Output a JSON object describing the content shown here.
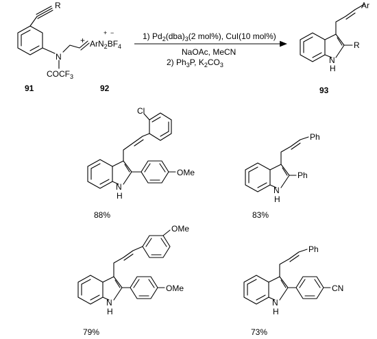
{
  "scheme": {
    "reactant1": {
      "id": "91",
      "substituent_R": "R",
      "atom_N": "N",
      "acyl": "COCF",
      "acyl_sub": "3"
    },
    "plus": "+",
    "reactant2": {
      "id": "92",
      "formula_parts": [
        "ArN",
        "2",
        "BF",
        "4"
      ],
      "charge_pos": "+",
      "charge_neg": "−"
    },
    "conditions": {
      "line1": "1) Pd",
      "line1_sub1": "2",
      "line1_mid": "(dba)",
      "line1_sub2": "3",
      "line1_end": "(2 mol%), CuI(10 mol%)",
      "line2": "NaOAc, MeCN",
      "line3": "2) Ph",
      "line3_sub1": "3",
      "line3_mid": "P, K",
      "line3_sub2": "2",
      "line3_mid2": "CO",
      "line3_sub3": "3"
    },
    "product": {
      "id": "93",
      "substituent_Ar": "Ar",
      "substituent_R": "R",
      "atom_N": "N",
      "atom_H": "H"
    }
  },
  "examples": [
    {
      "yield": "88%",
      "aryl_label": "Cl",
      "c2_label": "OMe",
      "atom_N": "N",
      "atom_H": "H"
    },
    {
      "yield": "83%",
      "aryl_label": "Ph",
      "c2_label": "Ph",
      "atom_N": "N",
      "atom_H": "H"
    },
    {
      "yield": "79%",
      "aryl_label": "OMe",
      "c2_label": "OMe",
      "atom_N": "N",
      "atom_H": "H"
    },
    {
      "yield": "73%",
      "aryl_label": "Ph",
      "c2_label": "CN",
      "atom_N": "N",
      "atom_H": "H"
    }
  ]
}
